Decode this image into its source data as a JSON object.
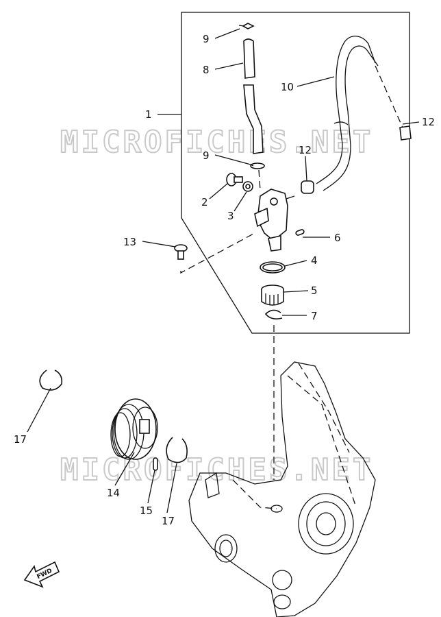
{
  "watermark": {
    "text": "MICROFICHES.NET"
  },
  "callouts": {
    "c1": "1",
    "c2": "2",
    "c3": "3",
    "c4": "4",
    "c5": "5",
    "c6": "6",
    "c7": "7",
    "c8": "8",
    "c9a": "9",
    "c9b": "9",
    "c10": "10",
    "c12a": "12",
    "c12b": "12",
    "c13": "13",
    "c14": "14",
    "c15": "15",
    "c17a": "17",
    "c17b": "17"
  },
  "fwd_label": "FWD"
}
